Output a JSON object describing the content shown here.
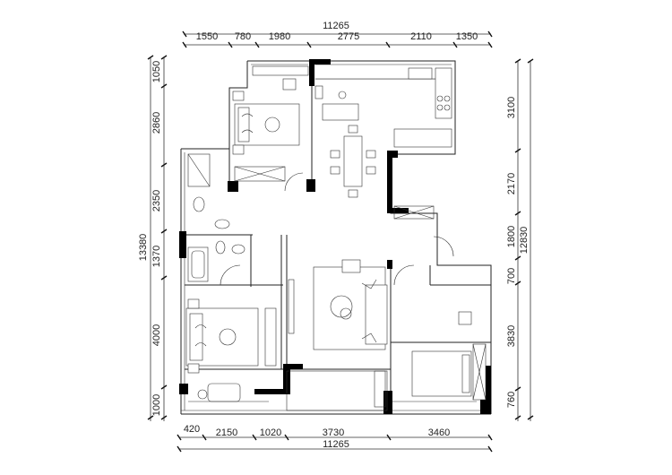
{
  "top_dims": {
    "total": "11265",
    "segments": [
      "1550",
      "780",
      "1980",
      "2775",
      "2110",
      "1350"
    ]
  },
  "bottom_dims": {
    "total": "11265",
    "segments": [
      "420",
      "2150",
      "1020",
      "3730",
      "3460"
    ]
  },
  "left_dims": {
    "total": "13380",
    "segments": [
      "1050",
      "2860",
      "2350",
      "1370",
      "4000",
      "1000"
    ]
  },
  "right_dims": {
    "total": "12830",
    "segments": [
      "3100",
      "2170",
      "1800",
      "700",
      "3830",
      "760"
    ]
  }
}
